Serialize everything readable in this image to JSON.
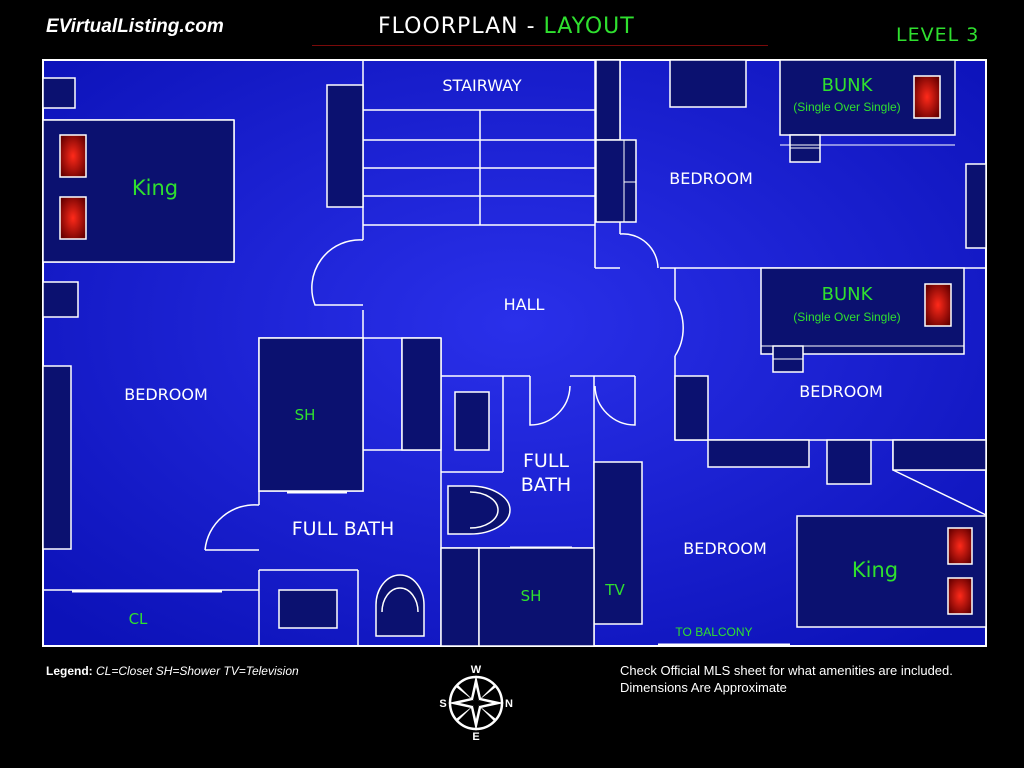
{
  "header": {
    "brand": "EVirtualListing.com",
    "title_part1": "FLOORPLAN  - ",
    "title_part2": "LAYOUT",
    "level": "LEVEL 3"
  },
  "rooms": {
    "stairway": "STAIRWAY",
    "bunk_top": "BUNK",
    "bunk_top_note": "(Single Over Single)",
    "king_left": "King",
    "bedroom_top_right": "BEDROOM",
    "hall": "HALL",
    "bunk_mid": "BUNK",
    "bunk_mid_note": "(Single Over Single)",
    "bedroom_left": "BEDROOM",
    "sh_left": "SH",
    "bedroom_right": "BEDROOM",
    "full_bath_center_1": "FULL",
    "full_bath_center_2": "BATH",
    "full_bath_left": "FULL BATH",
    "bedroom_bottom_right": "BEDROOM",
    "king_right": "King",
    "cl": "CL",
    "sh_center": "SH",
    "tv": "TV",
    "to_balcony": "TO BALCONY"
  },
  "legend": {
    "label": "Legend:",
    "text": " CL=Closet SH=Shower TV=Television"
  },
  "notes": {
    "line1": "Check Official MLS sheet for what amenities are included.",
    "line2": "Dimensions Are Approximate"
  },
  "compass": {
    "icon": "compass-rose-icon",
    "n": "N",
    "s": "S",
    "e": "E",
    "w": "W"
  },
  "colors": {
    "background": "#000000",
    "floor_light": "#2a2ee6",
    "floor_dark": "#0a0fa8",
    "furniture": "#0b1170",
    "walls": "#ffffff",
    "accent_green": "#2fe02f",
    "pillow_red": "#e01010"
  }
}
